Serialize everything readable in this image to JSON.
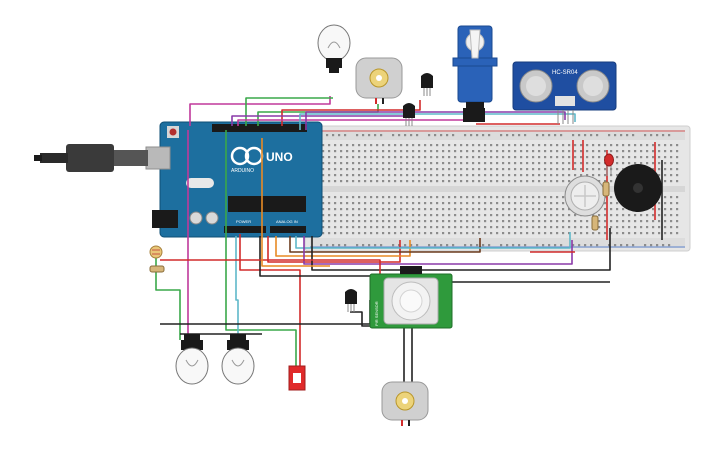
{
  "arduino": {
    "logo": "UNO",
    "brand": "ARDUINO",
    "power_label": "POWER",
    "analog_label": "ANALOG IN"
  },
  "ultrasonic": {
    "model": "HC-SR04"
  },
  "pir": {
    "label_left": "PIR SENSOR",
    "label_right": ""
  },
  "colors": {
    "board": "#1d6f9f",
    "breadboard": "#e3e3e3",
    "wire_red": "#d22b2b",
    "wire_black": "#222222",
    "wire_purple": "#8a3aa8",
    "wire_magenta": "#c0399b",
    "wire_green": "#3aa84a",
    "wire_cyan": "#5fb8c9",
    "wire_orange": "#e88a24",
    "wire_brown": "#6b3b1e",
    "pir_board": "#2f9a3c",
    "servo_blue": "#2a62b8",
    "usb_grey": "#b9b9b9"
  }
}
